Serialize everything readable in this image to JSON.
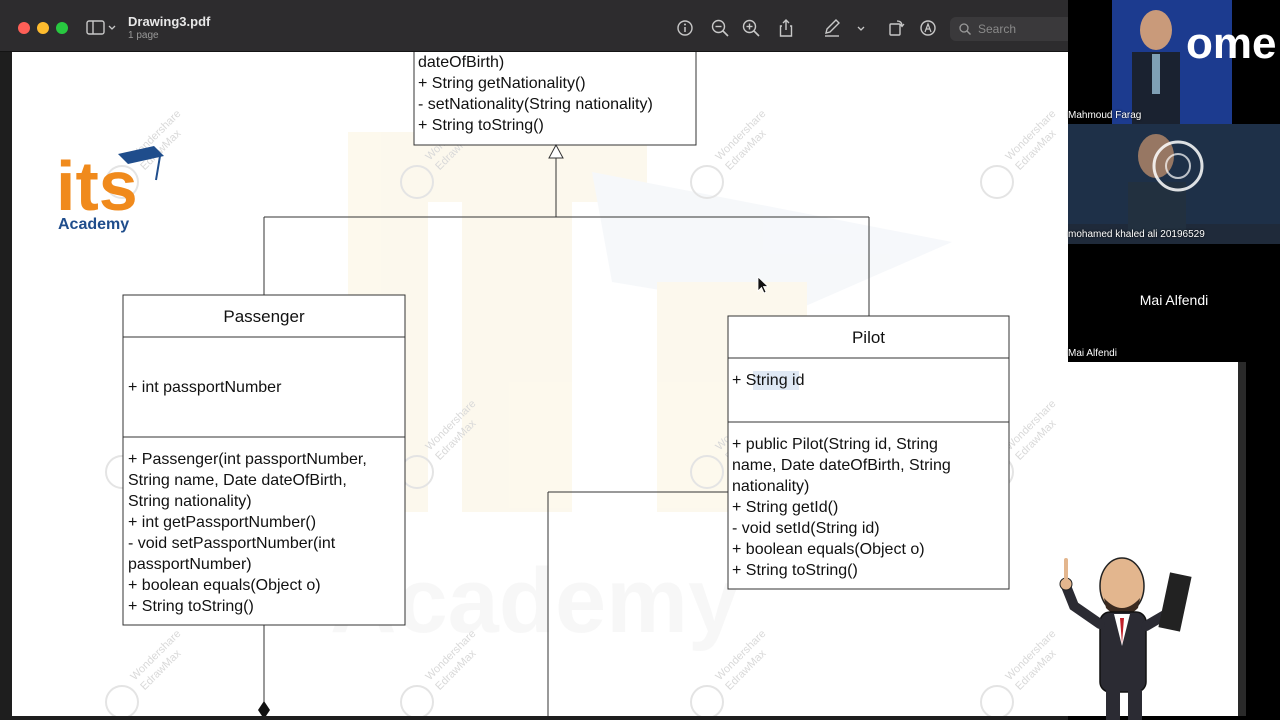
{
  "window": {
    "title": "Drawing3.pdf",
    "pages": "1 page"
  },
  "toolbar": {
    "search_placeholder": "Search",
    "icons": [
      "sidebar-icon",
      "info-icon",
      "zoom-out-icon",
      "zoom-in-icon",
      "share-icon",
      "markup-pen-icon",
      "chevron-down-icon",
      "rotate-icon",
      "annotate-icon",
      "search-icon"
    ]
  },
  "logo": {
    "brand": "its",
    "subtitle": "Academy"
  },
  "watermark": {
    "text": "Wondershare EdrawMax",
    "big_text": "Academy"
  },
  "uml": {
    "person": {
      "methods": [
        "dateOfBirth)",
        "+  String getNationality()",
        "-  setNationality(String nationality)",
        " + String toString()"
      ]
    },
    "passenger": {
      "name": "Passenger",
      "attributes": [
        "+   int passportNumber"
      ],
      "methods": [
        "+   Passenger(int passportNumber,",
        "String name, Date dateOfBirth,",
        "String nationality)",
        "+   int getPassportNumber()",
        "-    void setPassportNumber(int",
        "passportNumber)",
        "+  boolean equals(Object o)",
        "+ String toString()"
      ]
    },
    "pilot": {
      "name": "Pilot",
      "attributes": [
        "+   String id"
      ],
      "methods": [
        "+   public Pilot(String id, String",
        "name, Date dateOfBirth, String",
        "nationality)",
        "+   String getId()",
        "-  void setId(String id)",
        "+  boolean equals(Object o)",
        "+ String toString()"
      ]
    }
  },
  "participants": [
    {
      "name": "Mahmoud Farag",
      "banner": "ome"
    },
    {
      "name": "mohamed khaled ali 20196529"
    },
    {
      "name": "Mai Alfendi",
      "display": "Mai Alfendi"
    }
  ],
  "colors": {
    "logo_orange": "#f08a1c",
    "logo_blue": "#1f4d8c",
    "titlebar": "#2d2c2e"
  }
}
